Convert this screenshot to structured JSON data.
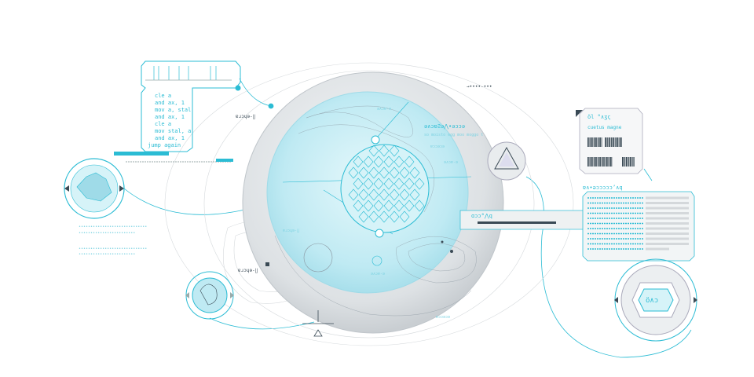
{
  "colors": {
    "accent": "#2bbcd4",
    "sphere": "#dfe3e6",
    "inner": "#bfeaf3",
    "dark": "#3a4a55"
  },
  "code_panel": {
    "lines": [
      "cle a",
      "and ax, 1",
      "mov a, stal",
      "and ax, 1",
      "cle a",
      "mov stal, a",
      "and ax, 1",
      "jump again"
    ]
  },
  "labels": {
    "left_small": "ɐɹɔɥɘ-∐",
    "top_right": "→••••-•••",
    "sphere_title": "ə∧ɔɐƧə⋀•əɔɔə",
    "sphere_sub": "so moisto egg moo moggo t",
    "sphere_label2": "ə∧ɔɐ-ə",
    "sphere_label3": "ɐɔɔəɔə",
    "sphere_label4": "ɐɹɔɥɘ-∐",
    "bottom_left": "ɐɹɔɥɘ-∐",
    "pointer": "ɑɔɔ°⋀q",
    "bottom_right": "ɐɹɔɥ"
  },
  "id_card": {
    "title": "öl °∧ʒς",
    "name": "cuetus magne"
  },
  "data_panel": {
    "title": "ɐ∧•əɔɔɔɔɔ’∧q"
  },
  "bottom_badge": {
    "text": "ö∧ɔ"
  },
  "left_text": {
    "line1": "•••••••••••••••••••••••••••••",
    "line2": "••••••••••••••••••••••••"
  }
}
